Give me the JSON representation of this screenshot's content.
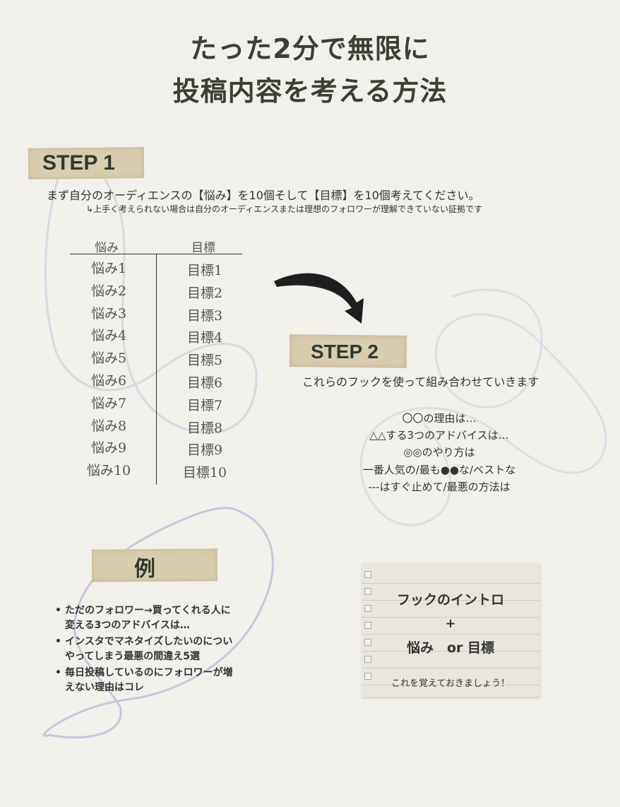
{
  "title": {
    "line1": "たった2分で無限に",
    "line2": "投稿内容を考える方法"
  },
  "step1": {
    "label": "STEP 1",
    "instruction": "まず自分のオーディエンスの【悩み】を10個そして【目標】を10個考えてください。",
    "note": "↳上手く考えられない場合は自分のオーディエンスまたは理想のフォロワーが理解できていない証拠です"
  },
  "table": {
    "headers": [
      "悩み",
      "目標"
    ],
    "nayami": [
      "悩み1",
      "悩み2",
      "悩み3",
      "悩み4",
      "悩み5",
      "悩み6",
      "悩み7",
      "悩み8",
      "悩み9",
      "悩み10"
    ],
    "mokuhyo": [
      "目標1",
      "目標2",
      "目標3",
      "目標4",
      "目標5",
      "目標6",
      "目標7",
      "目標8",
      "目標9",
      "目標10"
    ]
  },
  "step2": {
    "label": "STEP 2",
    "instruction": "これらのフックを使って組み合わせていきます",
    "hooks": [
      "〇〇の理由は…",
      "△△する3つのアドバイスは…",
      "◎◎のやり方は",
      "一番人気の/最も●●な/ベストな",
      "---はすぐ止めて/最悪の方法は"
    ]
  },
  "example": {
    "label": "例",
    "items": [
      [
        "ただのフォロワー→買ってくれる人に",
        "変える3つのアドバイスは…"
      ],
      [
        "インスタでマネタイズしたいのについ",
        "やってしまう最悪の間違え5選"
      ],
      [
        "毎日投稿しているのにフォロワーが増",
        "えない理由はコレ"
      ]
    ]
  },
  "note_card": {
    "line1": "フックのイントロ",
    "plus": "+",
    "line3": "悩み　or 目標",
    "footer": "これを覚えておきましょう！"
  },
  "colors": {
    "background": "#f2f0eb",
    "tape": "#d9cdb0",
    "heading": "#3a4034",
    "scribble": "#c4c8dc"
  }
}
